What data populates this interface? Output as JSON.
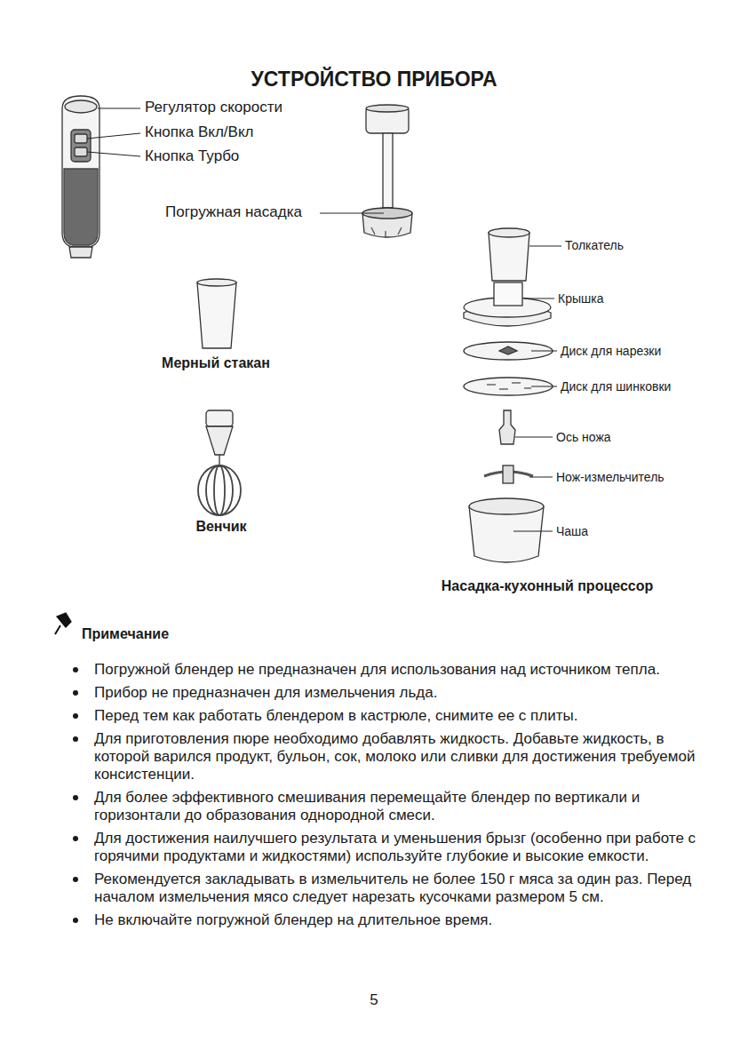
{
  "diagram": {
    "title": "УСТРОЙСТВО ПРИБОРА",
    "labels": [
      "Регулятор скорости",
      "Кнопка Вкл/Вкл",
      "Кнопка Турбо",
      "Погружная насадка",
      "Толкатель",
      "Крышка",
      "Мерный стакан",
      "Диск для нарезки",
      "Диск для шинковки",
      "Ось ножа",
      "Нож-измельчитель",
      "Венчик",
      "Чаша",
      "Насадка-кухонный процессор",
      "Примечание",
      "Погружной блендер не предназначен для использования над источником тепла.",
      "Прибор не предназначен для измельчения льда.",
      "Перед тем как работать блендером в кастрюле, снимите ее с плиты.",
      "Для приготовления пюре необходимо добавлять жидкость. Добавьте жидкость, в которой варился продукт, бульон, сок, молоко или сливки для достижения требуемой консистенции.",
      "Для более эффективного смешивания перемещайте блендер по вертикали и горизонтали до образования однородной смеси.",
      "Для достижения наилучшего результата и уменьшения брызг (особенно при работе с горячими продуктами и жидкостями) используйте глубокие и высокие емкости.",
      "Рекомендуется закладывать в измельчитель не более 150 г мяса за один раз. Перед началом измельчения мясо следует нарезать кусочками размером 5 см.",
      "Не включайте погружной блендер на длительное время.",
      "5"
    ]
  }
}
